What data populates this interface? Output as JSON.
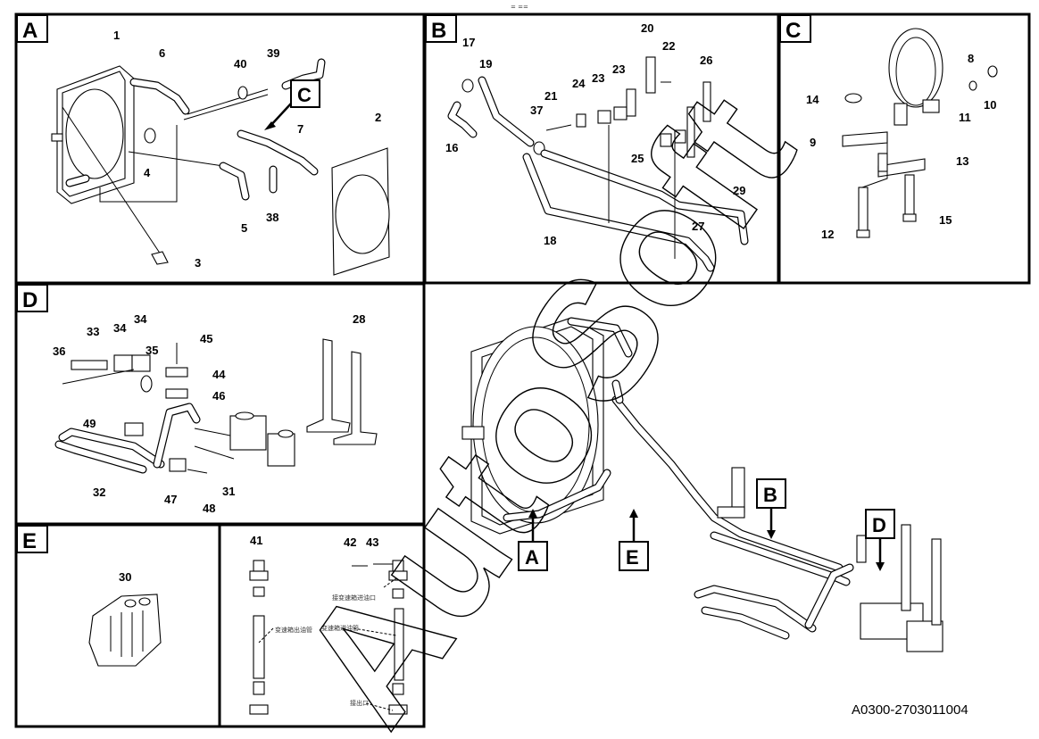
{
  "diagram": {
    "code": "A0300-2703011004",
    "top_mark": "= ==",
    "watermark": "AutoSoft",
    "panels": [
      {
        "id": "A"
      },
      {
        "id": "B"
      },
      {
        "id": "C"
      },
      {
        "id": "D"
      },
      {
        "id": "E"
      }
    ],
    "callouts": {
      "A": "A",
      "B": "B",
      "C": "C",
      "D": "D",
      "E": "E"
    },
    "labels": {
      "p1": "1",
      "p2": "2",
      "p3": "3",
      "p4": "4",
      "p5": "5",
      "p6": "6",
      "p7": "7",
      "p8": "8",
      "p9": "9",
      "p10": "10",
      "p11": "11",
      "p12": "12",
      "p13": "13",
      "p14": "14",
      "p15": "15",
      "p16": "16",
      "p17": "17",
      "p18": "18",
      "p19": "19",
      "p20": "20",
      "p21": "21",
      "p22": "22",
      "p23a": "23",
      "p23b": "23",
      "p24": "24",
      "p25": "25",
      "p26": "26",
      "p27": "27",
      "p28": "28",
      "p29": "29",
      "p30": "30",
      "p31": "31",
      "p32": "32",
      "p33": "33",
      "p34a": "34",
      "p34b": "34",
      "p35": "35",
      "p36": "36",
      "p37": "37",
      "p38": "38",
      "p39": "39",
      "p40": "40",
      "p41": "41",
      "p42": "42",
      "p43": "43",
      "p44": "44",
      "p45": "45",
      "p46": "46",
      "p47": "47",
      "p48": "48",
      "p49": "49"
    },
    "notes": {
      "n1": "接变速箱进油口",
      "n2": "变速箱出油管",
      "n3": "变速箱进油管",
      "n4": "接出口"
    }
  }
}
